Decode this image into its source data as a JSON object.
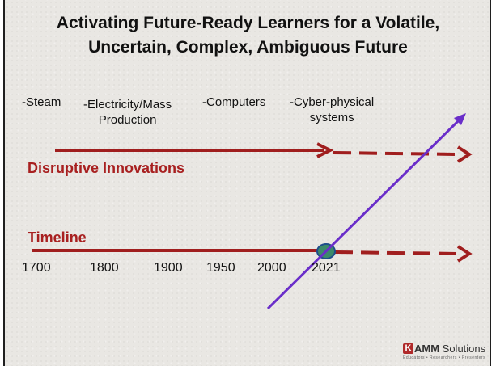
{
  "slide": {
    "title_line1": "Activating Future-Ready Learners for a Volatile,",
    "title_line2": "Uncertain, Complex, Ambiguous Future"
  },
  "eras": [
    {
      "line1": "-Steam",
      "line2": ""
    },
    {
      "line1": "-Electricity/Mass",
      "line2": "Production"
    },
    {
      "line1": "-Computers",
      "line2": ""
    },
    {
      "line1": "-Cyber-physical",
      "line2": "systems"
    }
  ],
  "labels": {
    "disruptive": "Disruptive Innovations",
    "timeline": "Timeline"
  },
  "years": [
    "1700",
    "1800",
    "1900",
    "1950",
    "2000",
    "2021"
  ],
  "logo": {
    "letter": "K",
    "name_rest": "AMM",
    "name_suffix": " Solutions",
    "tagline": "Educators • Researchers • Presenters"
  },
  "colors": {
    "arrow_red": "#a01e1e",
    "label_red": "#a82020",
    "diagonal_purple": "#6a2ec9",
    "marker_green": "#3b8a6a"
  }
}
